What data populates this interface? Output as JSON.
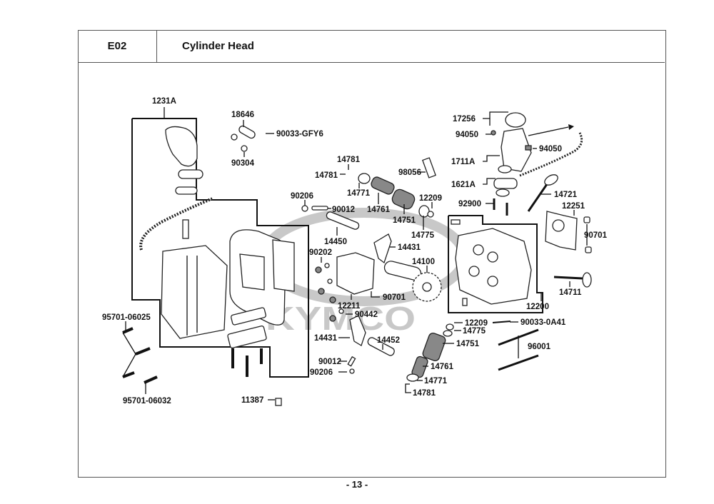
{
  "header": {
    "section_code": "E02",
    "title": "Cylinder Head"
  },
  "watermark": "KYMCO",
  "page_number": "- 13 -",
  "parts": [
    {
      "id": "p1231A",
      "label": "1231A"
    },
    {
      "id": "p18646",
      "label": "18646"
    },
    {
      "id": "p90033GFY6",
      "label": "90033-GFY6"
    },
    {
      "id": "p90304",
      "label": "90304"
    },
    {
      "id": "p14781a",
      "label": "14781"
    },
    {
      "id": "p14781b",
      "label": "14781"
    },
    {
      "id": "p98056",
      "label": "98056"
    },
    {
      "id": "p14771a",
      "label": "14771"
    },
    {
      "id": "p90206a",
      "label": "90206"
    },
    {
      "id": "p90012a",
      "label": "90012"
    },
    {
      "id": "p14761a",
      "label": "14761"
    },
    {
      "id": "p12209a",
      "label": "12209"
    },
    {
      "id": "p14751a",
      "label": "14751"
    },
    {
      "id": "p14775a",
      "label": "14775"
    },
    {
      "id": "p17256",
      "label": "17256"
    },
    {
      "id": "p94050a",
      "label": "94050"
    },
    {
      "id": "p94050b",
      "label": "94050"
    },
    {
      "id": "p1711A",
      "label": "1711A"
    },
    {
      "id": "p1621A",
      "label": "1621A"
    },
    {
      "id": "p92900",
      "label": "92900"
    },
    {
      "id": "p14721",
      "label": "14721"
    },
    {
      "id": "p12251",
      "label": "12251"
    },
    {
      "id": "p90701a",
      "label": "90701"
    },
    {
      "id": "p14450",
      "label": "14450"
    },
    {
      "id": "p14431a",
      "label": "14431"
    },
    {
      "id": "p90202",
      "label": "90202"
    },
    {
      "id": "p14100",
      "label": "14100"
    },
    {
      "id": "p90701b",
      "label": "90701"
    },
    {
      "id": "p12211",
      "label": "12211"
    },
    {
      "id": "p90442",
      "label": "90442"
    },
    {
      "id": "p12200",
      "label": "12200"
    },
    {
      "id": "p14711",
      "label": "14711"
    },
    {
      "id": "p12209b",
      "label": "12209"
    },
    {
      "id": "p14775b",
      "label": "14775"
    },
    {
      "id": "p90033OA41",
      "label": "90033-0A41"
    },
    {
      "id": "p14751b",
      "label": "14751"
    },
    {
      "id": "p96001",
      "label": "96001"
    },
    {
      "id": "p14431b",
      "label": "14431"
    },
    {
      "id": "p14452",
      "label": "14452"
    },
    {
      "id": "p90012b",
      "label": "90012"
    },
    {
      "id": "p90206b",
      "label": "90206"
    },
    {
      "id": "p14761b",
      "label": "14761"
    },
    {
      "id": "p14771b",
      "label": "14771"
    },
    {
      "id": "p14781c",
      "label": "14781"
    },
    {
      "id": "p95701_06025",
      "label": "95701-06025"
    },
    {
      "id": "p95701_06032",
      "label": "95701-06032"
    },
    {
      "id": "p11387",
      "label": "11387"
    }
  ]
}
